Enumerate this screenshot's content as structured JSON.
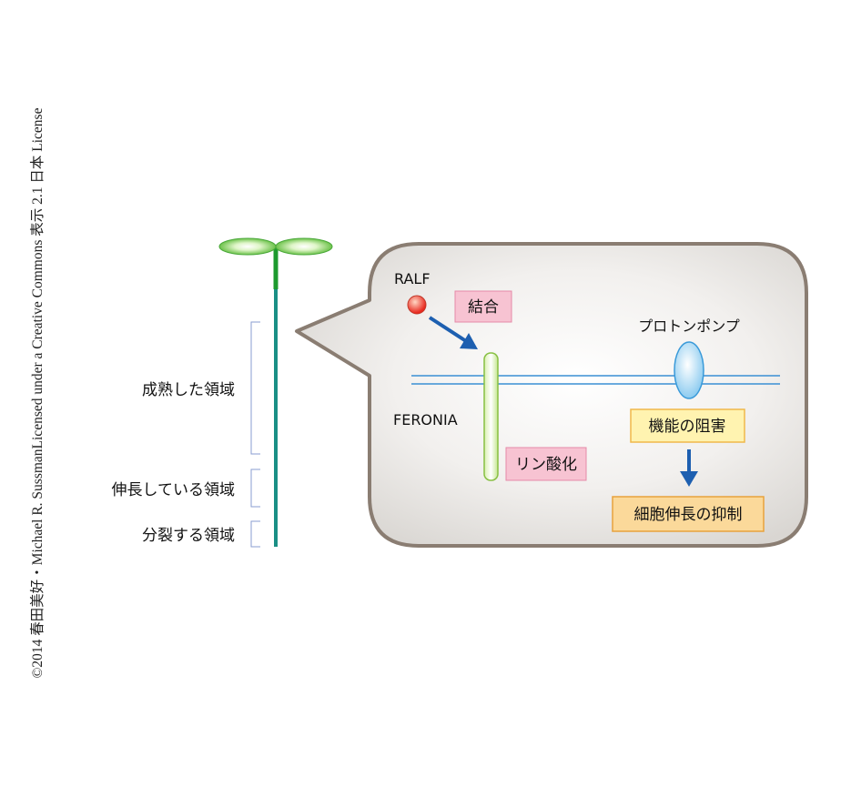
{
  "credit": "©2014 春田美好・Michael R. SussmanLicensed under a Creative Commons 表示 2.1 日本 License",
  "regions": {
    "mature": "成熟した領域",
    "elongating": "伸長している領域",
    "dividing": "分裂する領域"
  },
  "bubble": {
    "ralf": "RALF",
    "binding": "結合",
    "feronia": "FERONIA",
    "phosphorylation": "リン酸化",
    "proton_pump": "プロトンポンプ",
    "function_inhibition": "機能の阻害",
    "elongation_suppression": "細胞伸長の抑制"
  },
  "colors": {
    "stem": "#1a8f85",
    "leaf": "#8fd46e",
    "bubble_border": "#8a7d72",
    "membrane": "#3a8fd4",
    "arrow": "#1d5fb0",
    "pink_box": "#f7c3d2",
    "orange_box": "#fbd99a",
    "yellow_box": "#fff3b0"
  }
}
